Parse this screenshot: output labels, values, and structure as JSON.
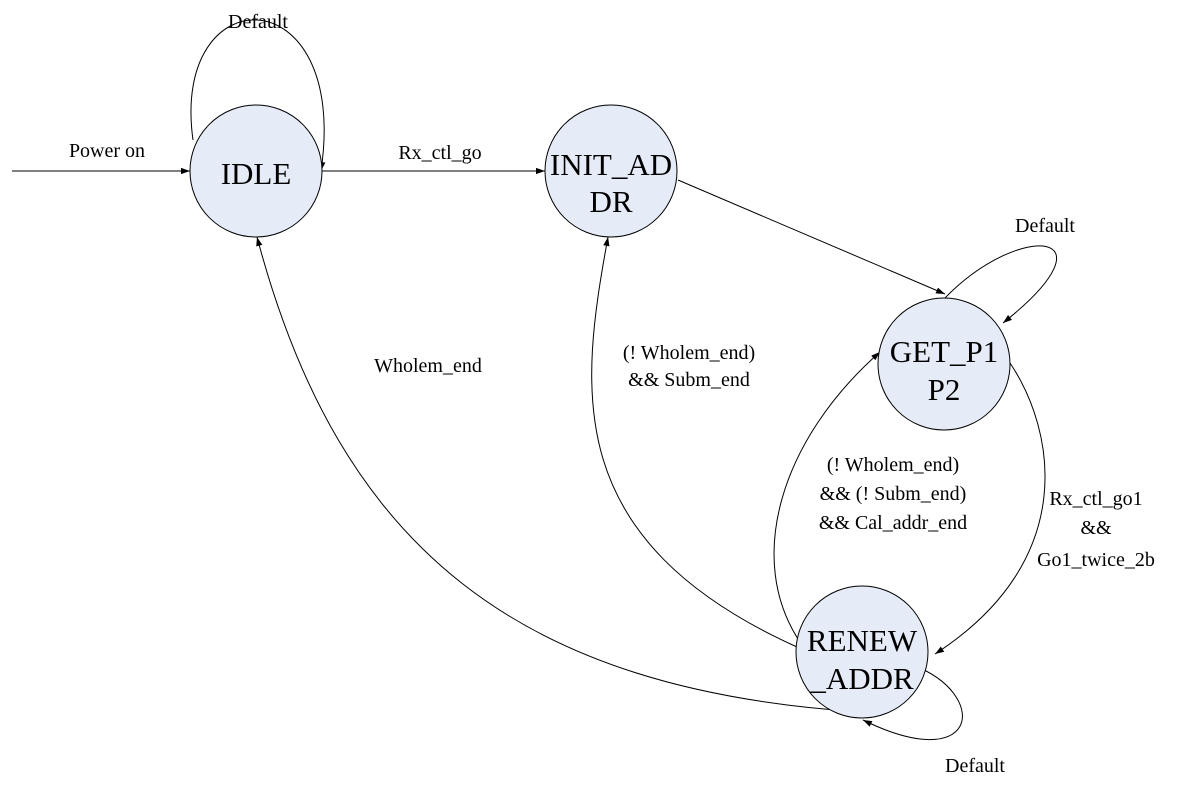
{
  "colors": {
    "state_fill": "#e6ecf7",
    "stroke": "#000000",
    "background": "#ffffff"
  },
  "states": {
    "idle": {
      "label": "IDLE"
    },
    "init_addr": {
      "line1": "INIT_AD",
      "line2": "DR"
    },
    "get_p1p2": {
      "line1": "GET_P1",
      "line2": "P2"
    },
    "renew_addr": {
      "line1": "RENEW",
      "line2": "_ADDR"
    }
  },
  "transitions": {
    "power_on": "Power on",
    "idle_default": "Default",
    "rx_ctl_go": "Rx_ctl_go",
    "getp1p2_default": "Default",
    "renew_default": "Default",
    "wholem_end": "Wholem_end",
    "renew_to_init": {
      "line1": "(! Wholem_end)",
      "line2": "&& Subm_end"
    },
    "renew_to_getp1p2": {
      "line1": "(! Wholem_end)",
      "line2": "&& (! Subm_end)",
      "line3": "&& Cal_addr_end"
    },
    "getp1p2_to_renew": {
      "line1": "Rx_ctl_go1",
      "line2": "&&",
      "line3": "Go1_twice_2b"
    }
  }
}
